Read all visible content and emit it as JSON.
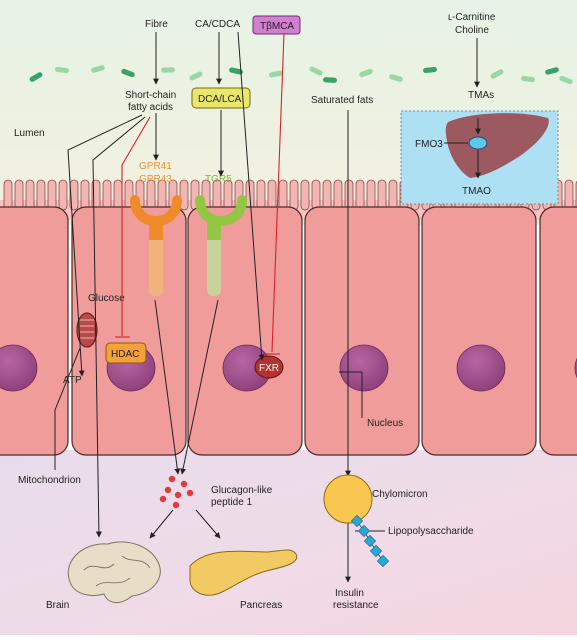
{
  "labels": {
    "fibre": "Fibre",
    "ca_cdca": "CA/CDCA",
    "tbmca": "TβMCA",
    "l_carnitine": "ʟ-Carnitine",
    "choline": "Choline",
    "scfa_line1": "Short-chain",
    "scfa_line2": "fatty acids",
    "dca_lca": "DCA/LCA",
    "saturated_fats": "Saturated fats",
    "tmas": "TMAs",
    "lumen": "Lumen",
    "fmo3": "FMO3",
    "tmao": "TMAO",
    "gpr41": "GPR41",
    "gpr43": "GPR43",
    "tgr5": "TGR5",
    "glucose": "Glucose",
    "hdac": "HDAC",
    "atp": "ATP",
    "fxr": "FXR",
    "nucleus": "Nucleus",
    "mitochondrion": "Mitochondrion",
    "glp1_line1": "Glucagon-like",
    "glp1_line2": "peptide 1",
    "chylomicron": "Chylomicron",
    "lps": "Lipopolysaccharide",
    "brain": "Brain",
    "pancreas": "Pancreas",
    "insulin_line1": "Insulin",
    "insulin_line2": "resistance"
  },
  "colors": {
    "lumen_top": "#e6f3e6",
    "lumen_bottom": "#f3f0df",
    "cell": "#f09c9b",
    "cell_dark": "#d9716f",
    "nucleus": "#a24e8d",
    "subcell": "#eedbe6",
    "gpr_receptor": "#f08b2b",
    "gpr_text": "#e9922f",
    "tgr5_receptor": "#94c646",
    "tgr5_text": "#7db640",
    "tbmca_fill": "#d27fd0",
    "dca_fill": "#e9e76a",
    "hdac_fill": "#f4a13a",
    "fxr_fill": "#b5322e",
    "liver_box": "#aee0f3",
    "liver": "#9c5a60",
    "glp1_dots": "#e23a3a",
    "chylomicron": "#f9c74f",
    "lps_chain": "#2aa6d8",
    "bacteria": "#38a269",
    "inhibit_line": "#d8232a"
  }
}
